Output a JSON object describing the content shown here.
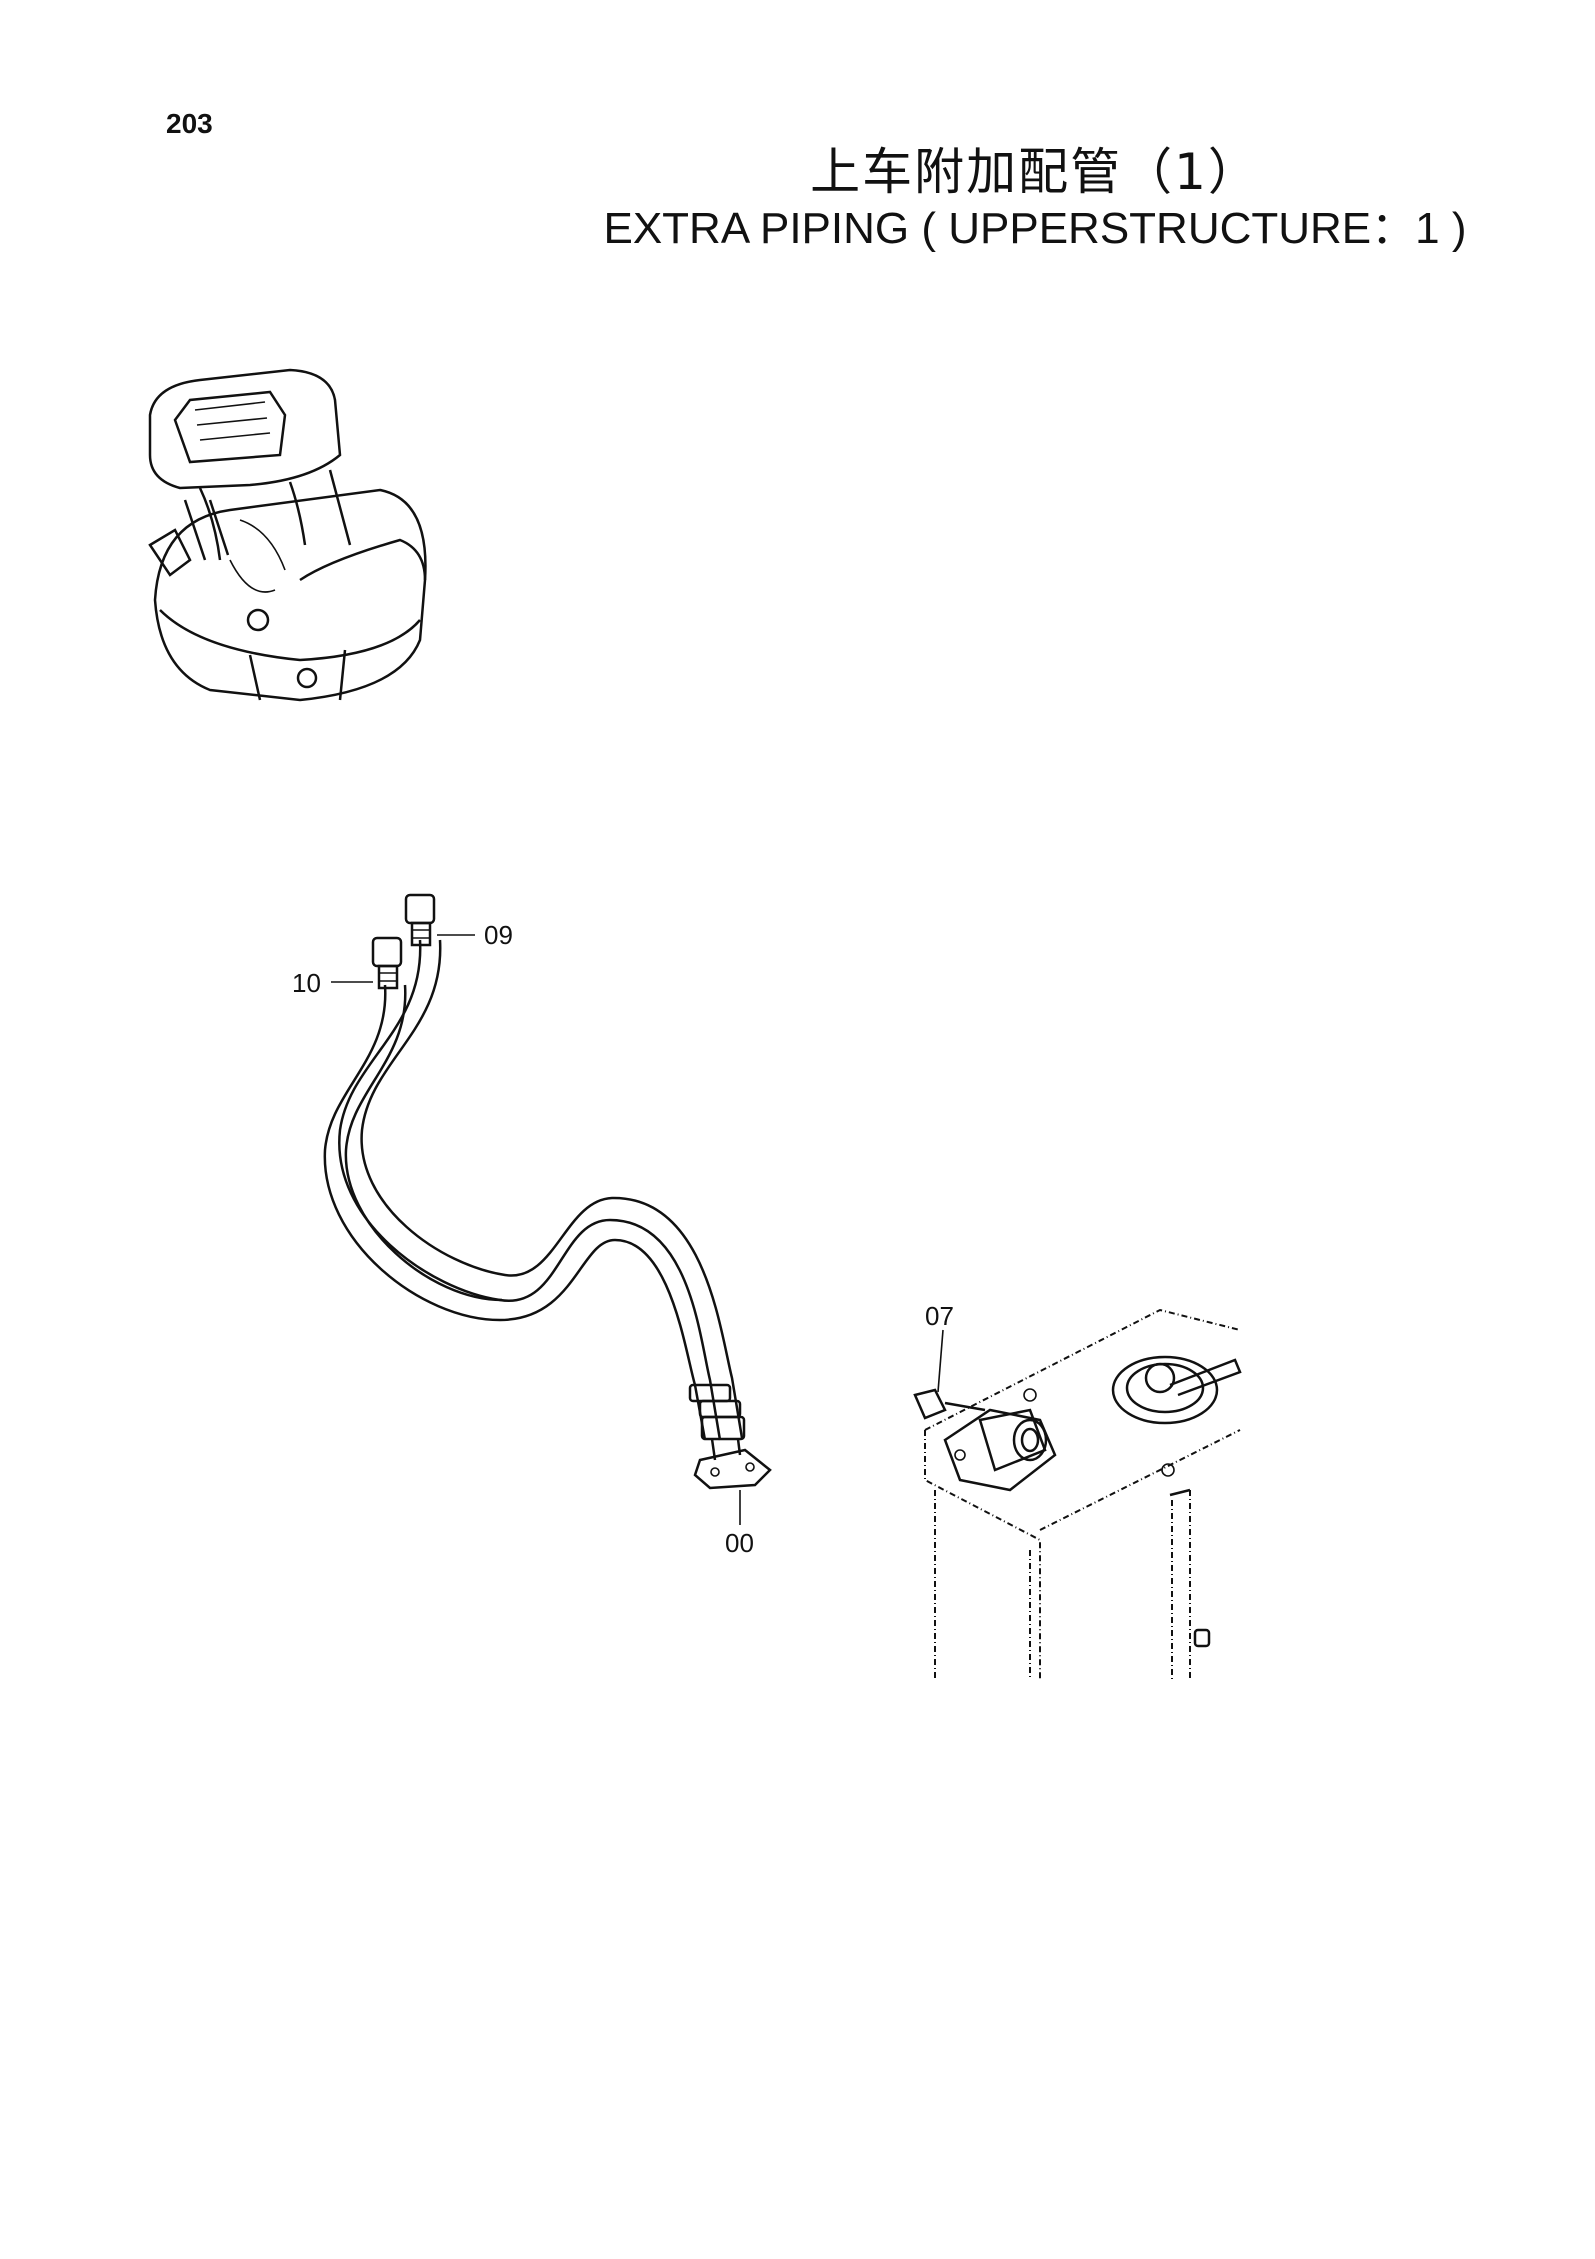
{
  "page": {
    "number": "203",
    "title_cn": "上车附加配管（1）",
    "title_en": "EXTRA  PIPING ( UPPERSTRUCTURE：1 )"
  },
  "callouts": {
    "c09": "09",
    "c10": "10",
    "c07": "07",
    "c00": "00"
  }
}
